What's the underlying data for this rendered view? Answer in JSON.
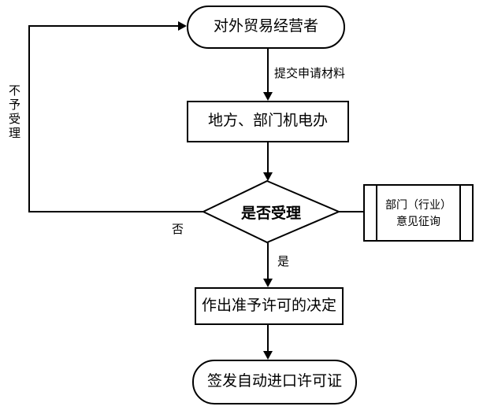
{
  "diagram_type": "flowchart",
  "nodes": {
    "start": {
      "type": "terminator",
      "label": "对外贸易经营者"
    },
    "office": {
      "type": "process",
      "label": "地方、部门机电办"
    },
    "decision": {
      "type": "decision",
      "label": "是否受理"
    },
    "consult": {
      "type": "predefined-process",
      "lines": [
        "部门（行业）",
        "意见征询"
      ]
    },
    "approve": {
      "type": "process",
      "label": "作出准予许可的决定"
    },
    "issue": {
      "type": "terminator",
      "label": "签发自动进口许可证"
    }
  },
  "edges": {
    "submit_label": "提交申请材料",
    "yes_label": "是",
    "no_label": "否",
    "reject_label": "不予受理"
  },
  "colors": {
    "stroke": "#000000",
    "background": "#ffffff",
    "text": "#000000"
  }
}
